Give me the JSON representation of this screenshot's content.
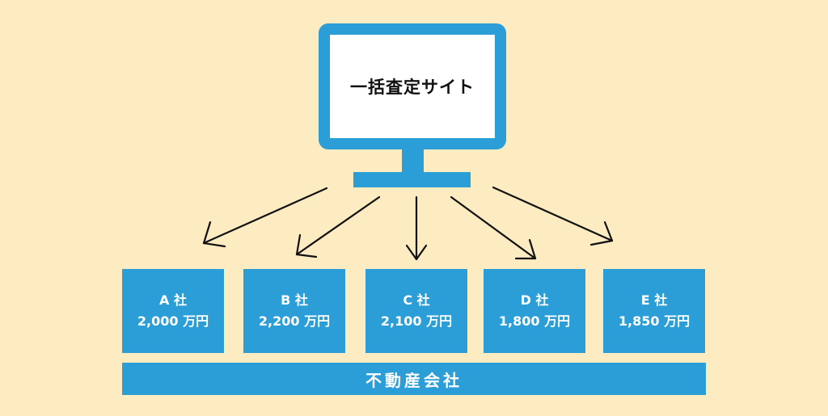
{
  "monitor": {
    "title": "一括査定サイト"
  },
  "companies": [
    {
      "name": "A 社",
      "amount": "2,000 万円"
    },
    {
      "name": "B 社",
      "amount": "2,200 万円"
    },
    {
      "name": "C 社",
      "amount": "2,100 万円"
    },
    {
      "name": "D 社",
      "amount": "1,800 万円"
    },
    {
      "name": "E 社",
      "amount": "1,850 万円"
    }
  ],
  "realtor_bar": {
    "label": "不動産会社"
  },
  "colors": {
    "background": "#fdebc2",
    "accent": "#2b9ed8",
    "arrow": "#111111"
  }
}
